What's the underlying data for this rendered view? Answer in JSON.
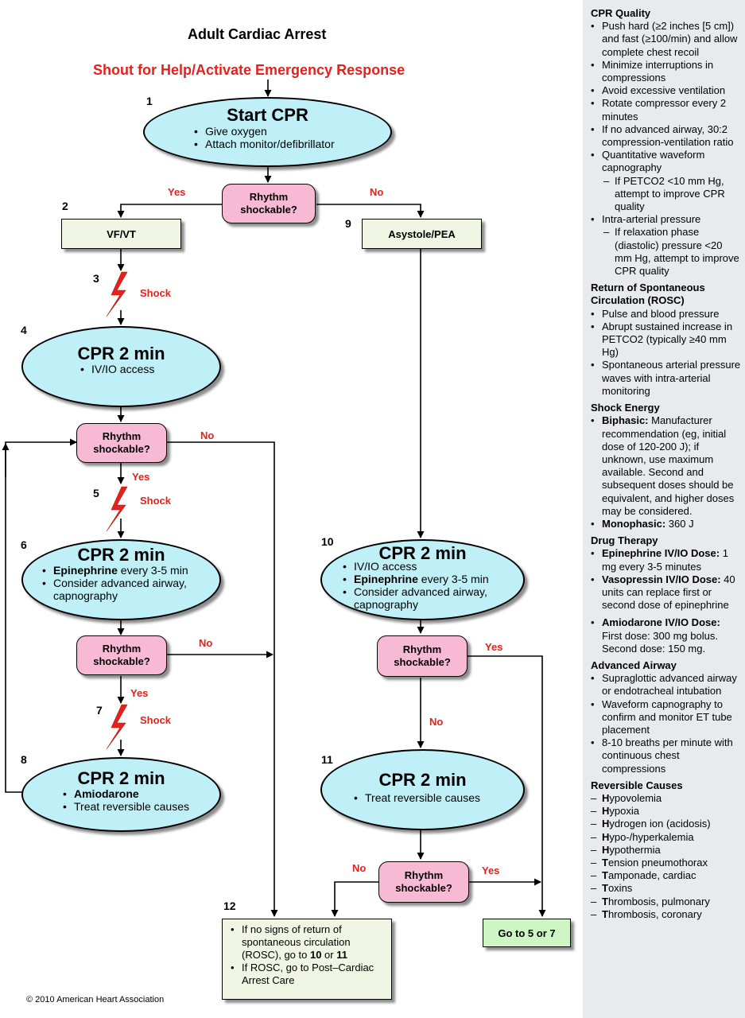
{
  "header": {
    "title": "Adult Cardiac Arrest",
    "shout": "Shout for Help/Activate Emergency Response"
  },
  "steps": {
    "s1": {
      "num": "1",
      "title": "Start CPR",
      "items": [
        "Give oxygen",
        "Attach monitor/defibrillator"
      ]
    },
    "s2": {
      "num": "2",
      "label": "VF/VT"
    },
    "s3": {
      "num": "3",
      "shock": "Shock"
    },
    "s4": {
      "num": "4",
      "title": "CPR 2 min",
      "items": [
        "IV/IO access"
      ]
    },
    "s5": {
      "num": "5",
      "shock": "Shock"
    },
    "s6": {
      "num": "6",
      "title": "CPR 2 min",
      "items": [
        [
          "Epinephrine",
          " every 3-5 min"
        ],
        "Consider advanced airway, capnography"
      ]
    },
    "s7": {
      "num": "7",
      "shock": "Shock"
    },
    "s8": {
      "num": "8",
      "title": "CPR 2 min",
      "items": [
        [
          "Amiodarone",
          ""
        ],
        "Treat reversible causes"
      ]
    },
    "s9": {
      "num": "9",
      "label": "Asystole/PEA"
    },
    "s10": {
      "num": "10",
      "title": "CPR 2 min",
      "items": [
        "IV/IO access",
        [
          "Epinephrine",
          " every 3-5 min"
        ],
        "Consider advanced airway, capnography"
      ]
    },
    "s11": {
      "num": "11",
      "title": "CPR 2 min",
      "items": [
        "Treat reversible causes"
      ]
    },
    "s12": {
      "num": "12",
      "items": [
        [
          "If no signs of return of spontaneous circulation (ROSC), go to ",
          "10",
          " or ",
          "11"
        ],
        "If ROSC, go to Post–Cardiac Arrest Care"
      ]
    }
  },
  "decision_text": "Rhythm shockable?",
  "yes": "Yes",
  "no": "No",
  "goto": "Go to 5 or 7",
  "copyright": "© 2010 American Heart Association",
  "colors": {
    "ellipse": "#bfeff7",
    "decision": "#f8b9d4",
    "rect": "#f1f5e4",
    "goto": "#cdf6c4",
    "red": "#e4211b",
    "sidebar": "#e9eaec"
  },
  "sidebar": {
    "cpr_quality": {
      "heading": "CPR Quality",
      "items": [
        "Push hard (≥2 inches [5 cm]) and fast (≥100/min) and allow complete chest recoil",
        "Minimize interruptions in compressions",
        "Avoid excessive ventilation",
        "Rotate compressor every 2 minutes",
        "If no advanced airway, 30:2 compression-ventilation ratio",
        "Quantitative waveform capnography",
        "Intra-arterial pressure"
      ],
      "sub_capno": "If PETCO2 <10 mm Hg, attempt to improve CPR quality",
      "sub_arterial": "If relaxation phase (diastolic) pressure <20 mm Hg, attempt to improve CPR quality"
    },
    "rosc": {
      "heading": "Return of Spontaneous Circulation (ROSC)",
      "items": [
        "Pulse and blood pressure",
        "Abrupt sustained increase in PETCO2 (typically ≥40 mm Hg)",
        "Spontaneous arterial pressure waves with intra-arterial monitoring"
      ]
    },
    "shock_energy": {
      "heading": "Shock Energy",
      "biphasic_label": "Biphasic:",
      "biphasic_text": " Manufacturer recommendation (eg, initial dose of 120-200 J); if unknown, use maximum available. Second and subsequent doses should be equivalent, and higher doses may be considered.",
      "monophasic_label": "Monophasic:",
      "monophasic_text": " 360 J"
    },
    "drug": {
      "heading": "Drug Therapy",
      "epi_label": "Epinephrine IV/IO Dose:",
      "epi_text": " 1 mg every 3-5 minutes",
      "vaso_label": "Vasopressin IV/IO Dose:",
      "vaso_text": " 40 units can replace first or second dose of epinephrine",
      "amio_label": "Amiodarone IV/IO Dose:",
      "amio_text": " First dose: 300 mg bolus. Second dose: 150 mg."
    },
    "airway": {
      "heading": "Advanced Airway",
      "items": [
        "Supraglottic advanced airway or endotracheal intubation",
        "Waveform capnography to confirm and monitor ET tube placement",
        "8-10 breaths per minute with continuous chest compressions"
      ]
    },
    "causes": {
      "heading": "Reversible Causes",
      "items": [
        [
          "H",
          "ypovolemia"
        ],
        [
          "H",
          "ypoxia"
        ],
        [
          "H",
          "ydrogen ion (acidosis)"
        ],
        [
          "H",
          "ypo-/hyperkalemia"
        ],
        [
          "H",
          "ypothermia"
        ],
        [
          "T",
          "ension pneumothorax"
        ],
        [
          "T",
          "amponade, cardiac"
        ],
        [
          "T",
          "oxins"
        ],
        [
          "T",
          "hrombosis, pulmonary"
        ],
        [
          "T",
          "hrombosis, coronary"
        ]
      ]
    }
  }
}
